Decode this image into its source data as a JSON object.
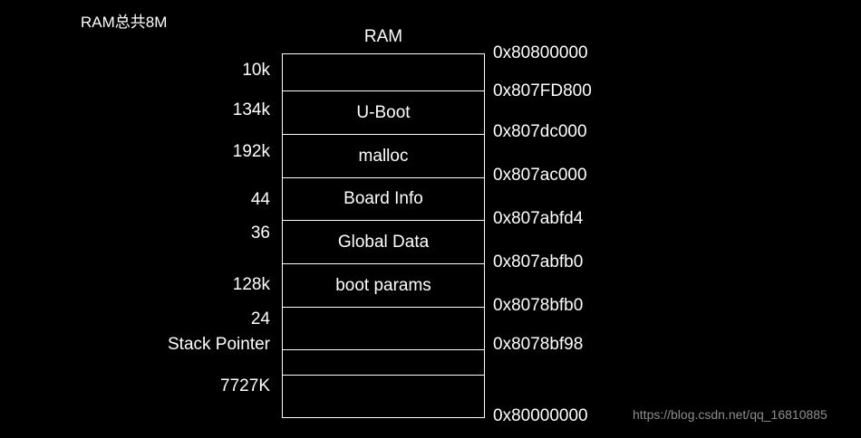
{
  "diagram": {
    "caption": "RAM总共8M",
    "heading": "RAM",
    "watermark": "https://blog.csdn.net/qq_16810885",
    "colors": {
      "background": "#000000",
      "foreground": "#ffffff",
      "watermark": "#8d8d8d"
    },
    "regions": [
      {
        "label": "",
        "size": "10k",
        "address": "0x80800000"
      },
      {
        "label": "U-Boot",
        "size": "134k",
        "address": "0x807FD800"
      },
      {
        "label": "malloc",
        "size": "192k",
        "address": "0x807dc000"
      },
      {
        "label": "Board Info",
        "size": "44",
        "address": "0x807ac000"
      },
      {
        "label": "Global Data",
        "size": "36",
        "address": "0x807abfd4"
      },
      {
        "label": "boot params",
        "size": "128k",
        "address": "0x807abfb0"
      },
      {
        "label": "",
        "size": "24",
        "address": "0x8078bfb0"
      },
      {
        "label": "",
        "size": "Stack Pointer",
        "address": "0x8078bf98"
      },
      {
        "label": "",
        "size": "7727K",
        "address": "0x80000000"
      }
    ]
  }
}
